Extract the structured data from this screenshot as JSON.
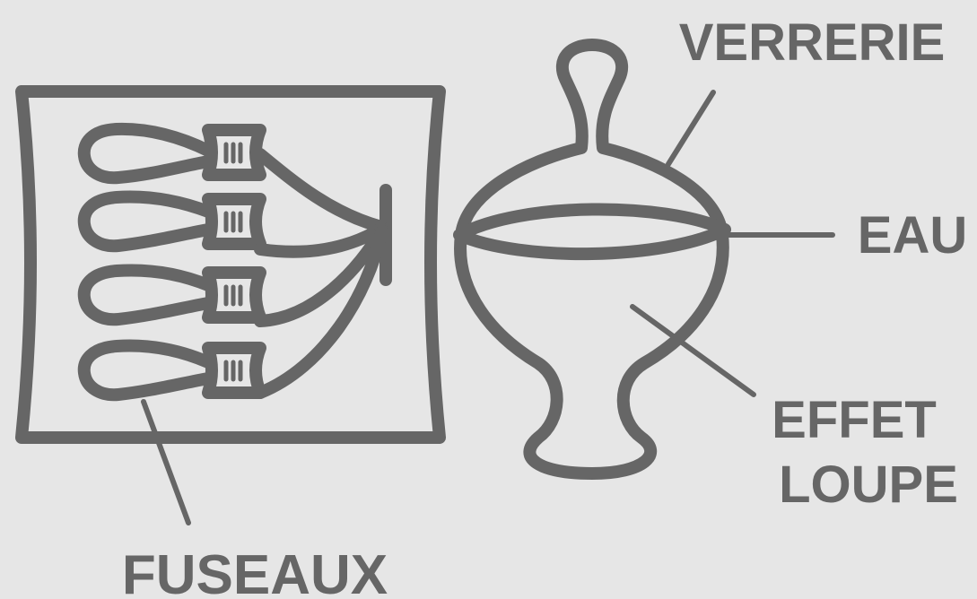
{
  "diagram": {
    "labels": {
      "verrerie": "VERRERIE",
      "eau": "EAU",
      "effet_line1": "EFFET",
      "effet_line2": "LOUPE",
      "fuseaux": "FUSEAUX"
    },
    "colors": {
      "background": "#e6e6e6",
      "ink": "#666666"
    }
  }
}
